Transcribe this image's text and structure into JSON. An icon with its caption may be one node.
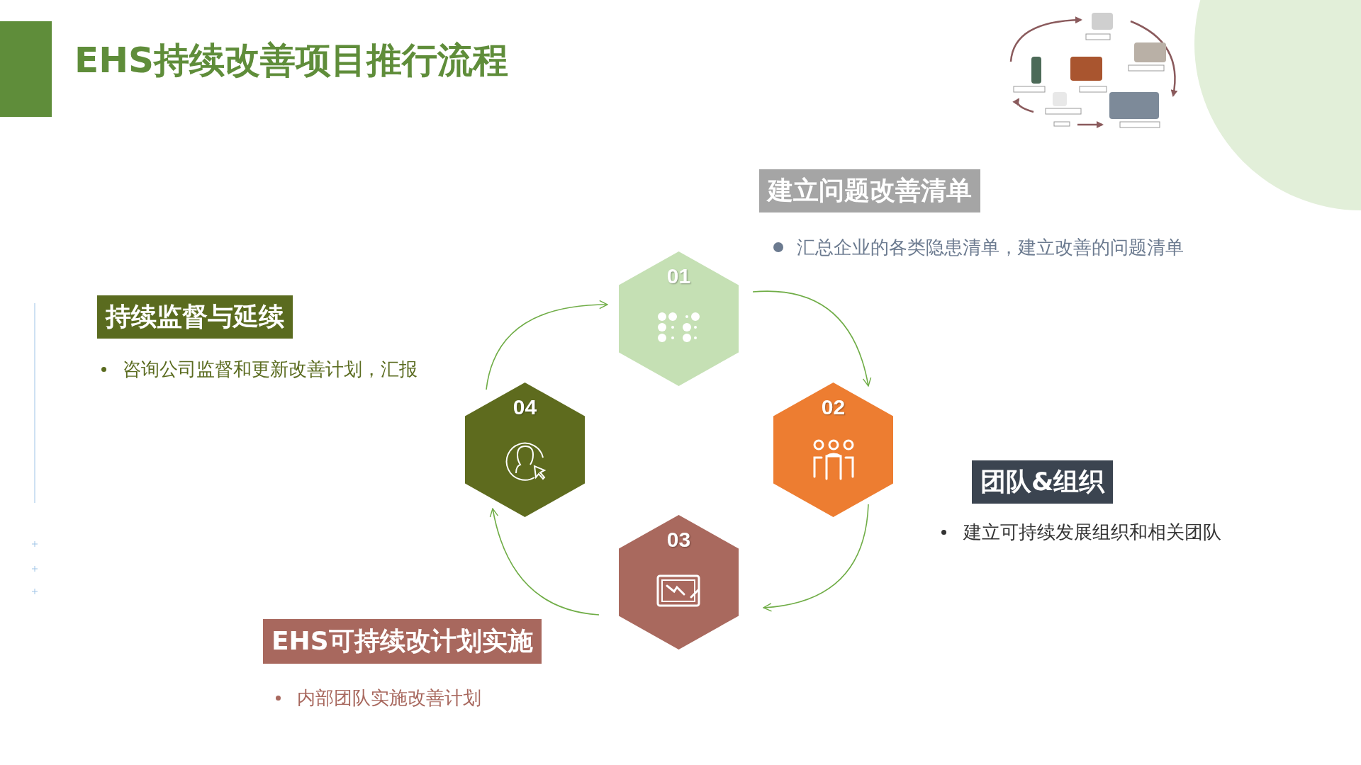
{
  "diagram": {
    "title": "EHS持续改善项目推行流程",
    "nodes": [
      {
        "text": [
          "01"
        ]
      },
      {
        "text": [
          "02"
        ]
      },
      {
        "text": [
          "03"
        ]
      },
      {
        "text": [
          "04"
        ]
      },
      {
        "text": [
          "建立问题改善清单"
        ],
        "beside": [
          "汇总企业的各类隐患清单，建立改善的问题清单"
        ]
      },
      {
        "text": [
          "团队&组织"
        ],
        "beside": [
          "建立可持续发展组织和相关团队"
        ]
      },
      {
        "text": [
          "EHS可持续改计划实施"
        ],
        "beside": [
          "内部团队实施改善计划"
        ]
      },
      {
        "text": [
          "持续监督与延续"
        ],
        "beside": [
          "咨询公司监督和更新改善计划，汇报"
        ]
      }
    ],
    "edges": [
      {
        "from": 0,
        "to": 1,
        "arrow": "to"
      },
      {
        "from": 1,
        "to": 2,
        "arrow": "to"
      },
      {
        "from": 2,
        "to": 3,
        "arrow": "to"
      },
      {
        "from": 3,
        "to": 0,
        "arrow": "to"
      }
    ]
  }
}
